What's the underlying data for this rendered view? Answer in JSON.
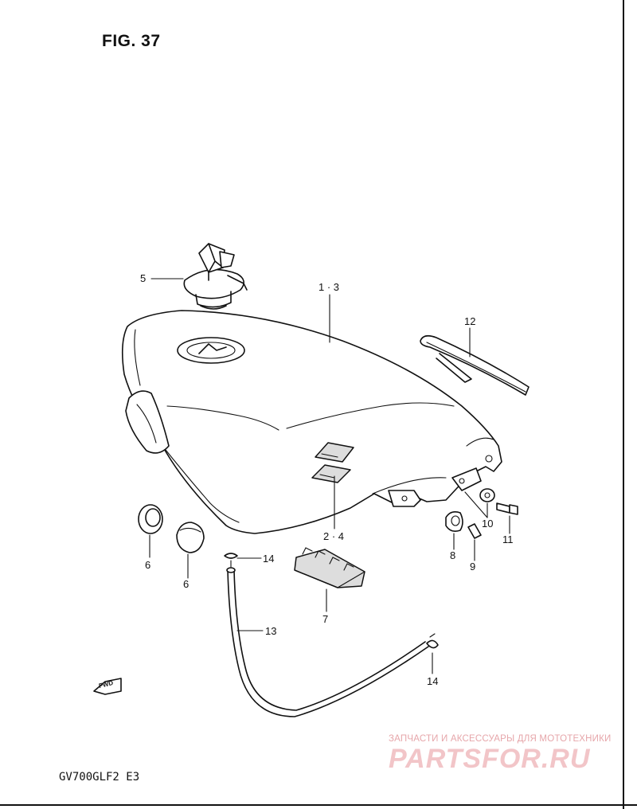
{
  "figure": {
    "title": "FIG. 37",
    "model_code": "GV700GLF2  E3"
  },
  "callouts": [
    {
      "id": "c-5",
      "text": "5"
    },
    {
      "id": "c-1-3",
      "text": "1 · 3"
    },
    {
      "id": "c-12",
      "text": "12"
    },
    {
      "id": "c-2-4",
      "text": "2 · 4"
    },
    {
      "id": "c-10",
      "text": "10"
    },
    {
      "id": "c-11",
      "text": "11"
    },
    {
      "id": "c-8",
      "text": "8"
    },
    {
      "id": "c-9",
      "text": "9"
    },
    {
      "id": "c-6a",
      "text": "6"
    },
    {
      "id": "c-6b",
      "text": "6"
    },
    {
      "id": "c-14a",
      "text": "14"
    },
    {
      "id": "c-7",
      "text": "7"
    },
    {
      "id": "c-13",
      "text": "13"
    },
    {
      "id": "c-14b",
      "text": "14"
    }
  ],
  "forward_arrow": {
    "label": "FWD"
  },
  "watermark": {
    "tagline": "ЗАПЧАСТИ И АКСЕССУАРЫ ДЛЯ МОТОТЕХНИКИ",
    "logo": "PARTSFOR.RU"
  }
}
